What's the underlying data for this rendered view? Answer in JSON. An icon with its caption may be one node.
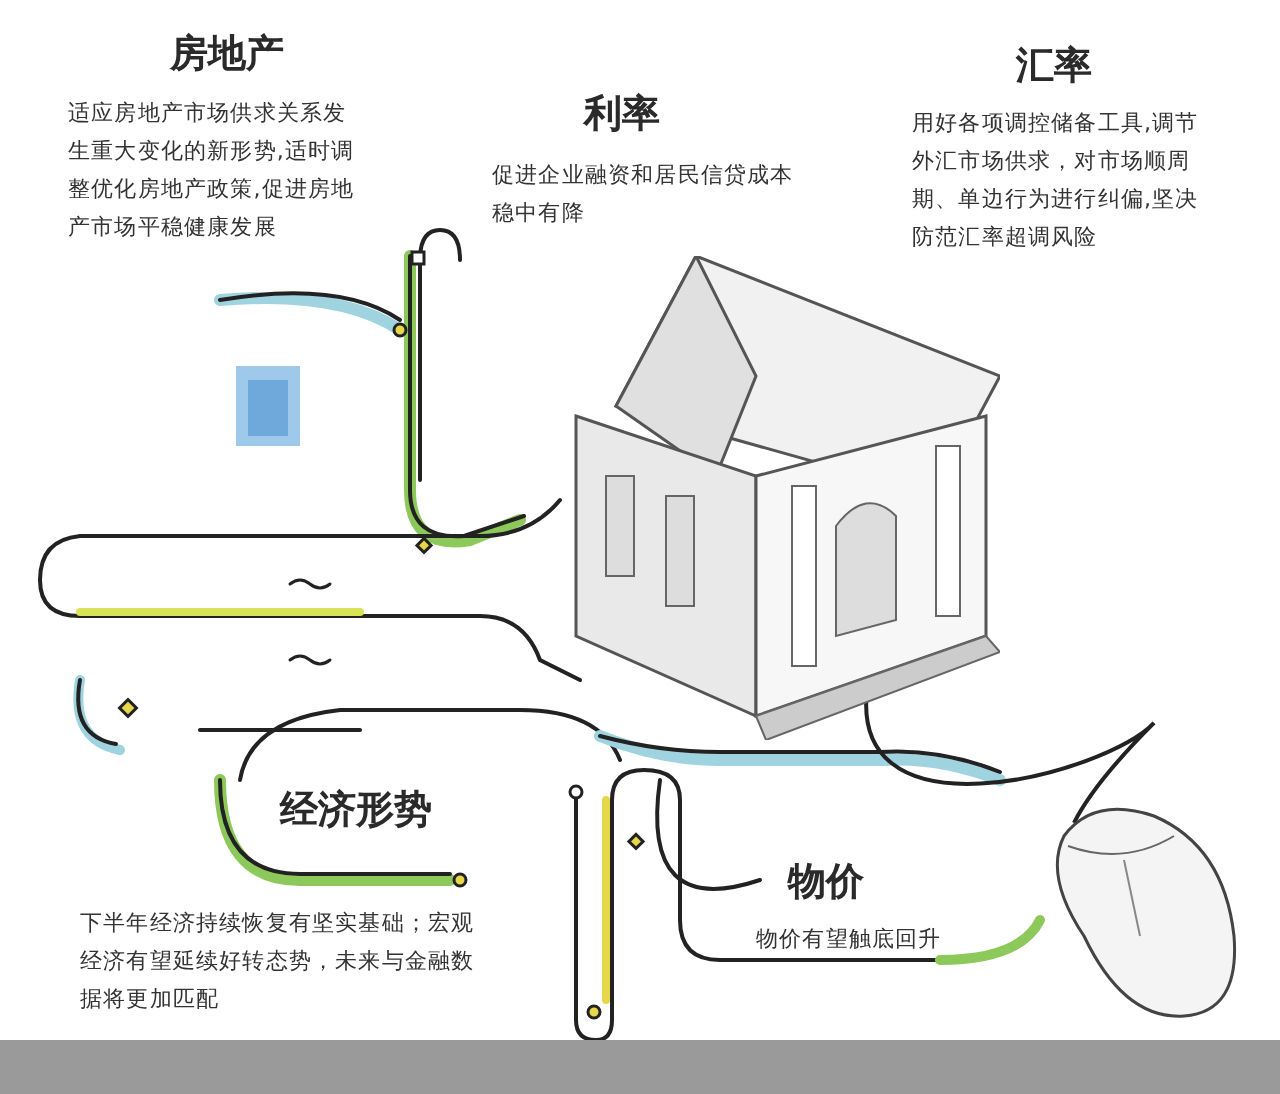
{
  "diagram": {
    "nodes": [
      {
        "text": [],
        "shape": "picture"
      },
      {
        "text": [],
        "shape": "picture"
      }
    ],
    "edges": [
      {
        "from": 0,
        "to": 1,
        "arrow": "none"
      }
    ],
    "labels": [
      "房地产",
      "适应房地产市场供求关系发生重大变化的新形势,适时调整优化房地产政策,促进房地产市场平稳健康发展",
      "利率",
      "促进企业融资和居民信贷成本稳中有降",
      "汇率",
      "用好各项调控储备工具,调节外汇市场供求，对市场顺周期、单边行为进行纠偏,坚决防范汇率超调风险",
      "经济形势",
      "物价",
      "物价有望触底回升",
      "下半年经济持续恢复有坚实基础；宏观经济有望延续好转态势，未来与金融数据将更加匹配"
    ]
  }
}
